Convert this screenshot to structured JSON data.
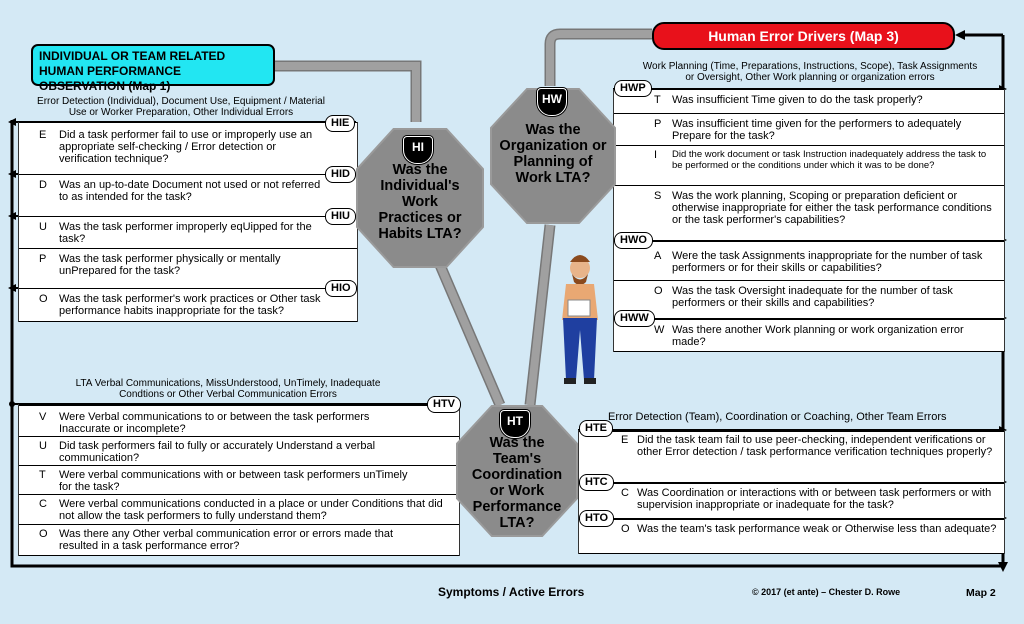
{
  "obs_title": "INDIVIDUAL OR TEAM RELATED HUMAN PERFORMANCE OBSERVATION (Map 1)",
  "drivers_title": "Human Error Drivers (Map 3)",
  "hie_heading": "Error Detection (Individual), Document Use, Equipment / Material Use or Worker Preparation, Other Individual Errors",
  "hw_heading": "Work Planning (Time, Preparations, Instructions, Scope), Task Assignments or Oversight, Other Work planning or organization errors",
  "htv_heading": "LTA Verbal Communications, MissUnderstood, UnTimely, Inadequate Condtions or Other Verbal Communication Errors",
  "hte_heading": "Error Detection (Team), Coordination or Coaching, Other Team Errors",
  "octagons": {
    "hi": {
      "code": "HI",
      "text": "Was the Individual's Work Practices or Habits LTA?"
    },
    "hw": {
      "code": "HW",
      "text": "Was the Organization or Planning of Work LTA?"
    },
    "ht": {
      "code": "HT",
      "text": "Was the Team's Coordination or Work Performance LTA?"
    }
  },
  "individual_items": [
    {
      "code": "HIE",
      "letter": "E",
      "text": "Did a task performer fail to use or improperly use an appropriate self-checking / Error detection or verification technique?"
    },
    {
      "code": "HID",
      "letter": "D",
      "text": "Was an up-to-date Document not used or not referred to as intended for the task?"
    },
    {
      "code": "HIU",
      "letter": "U",
      "text": "Was the task performer improperly eqUipped for the task?"
    },
    {
      "code": "",
      "letter": "P",
      "text": "Was the task performer physically or mentally unPrepared for the task?"
    },
    {
      "code": "HIO",
      "letter": "O",
      "text": "Was the task performer's work practices or Other task performance habits inappropriate for the task?"
    }
  ],
  "work_items": [
    {
      "code": "HWP",
      "letter": "T",
      "text": "Was insufficient Time given to do the task properly?"
    },
    {
      "code": "",
      "letter": "P",
      "text": "Was insufficient time given for the performers to adequately Prepare for the task?"
    },
    {
      "code": "",
      "letter": "I",
      "text": "Did the work document or task Instruction inadequately address the task to be performed or the conditions under which it was to be done?"
    },
    {
      "code": "",
      "letter": "S",
      "text": "Was the work planning, Scoping or preparation deficient or otherwise inappropriate for either the task performance conditions or the task performer's capabilities?"
    },
    {
      "code": "HWO",
      "letter": "A",
      "text": "Were the task Assignments inappropriate for the number of task performers or for their skills or capabilities?"
    },
    {
      "code": "",
      "letter": "O",
      "text": "Was the task Oversight inadequate for the number of task performers or their skills and capabilities?"
    },
    {
      "code": "HWW",
      "letter": "W",
      "text": "Was there another Work planning or work organization error made?"
    }
  ],
  "verbal_items": [
    {
      "code": "HTV",
      "letter": "V",
      "text": "Were Verbal communications to or between the task performers Inaccurate or incomplete?"
    },
    {
      "code": "",
      "letter": "U",
      "text": "Did task performers fail to fully or accurately Understand a verbal communication?"
    },
    {
      "code": "",
      "letter": "T",
      "text": "Were verbal communications with or between task performers unTimely for the task?"
    },
    {
      "code": "",
      "letter": "C",
      "text": "Were verbal communications conducted in a place or under Conditions that did not allow the task performers to fully understand them?"
    },
    {
      "code": "",
      "letter": "O",
      "text": "Was there any Other verbal communication error or errors made that resulted in a task performance error?"
    }
  ],
  "team_items": [
    {
      "code": "HTE",
      "letter": "E",
      "text": "Did the task team fail to use peer-checking, independent verifications or other Error detection / task performance verification techniques properly?"
    },
    {
      "code": "HTC",
      "letter": "C",
      "text": "Was Coordination or interactions with or between task performers or with supervision inappropriate or inadequate for the task?"
    },
    {
      "code": "HTO",
      "letter": "O",
      "text": "Was the team's task performance weak or Otherwise less than adequate?"
    }
  ],
  "footer": {
    "symptoms": "Symptoms / Active Errors",
    "copyright": "© 2017 (et ante) – Chester D. Rowe",
    "map": "Map 2"
  },
  "colors": {
    "background": "#d4e9f5",
    "obs_box": "#22e6f2",
    "drivers_box": "#e8111b",
    "octagon": "#8b8b8b",
    "path": "#9a9a9a"
  }
}
